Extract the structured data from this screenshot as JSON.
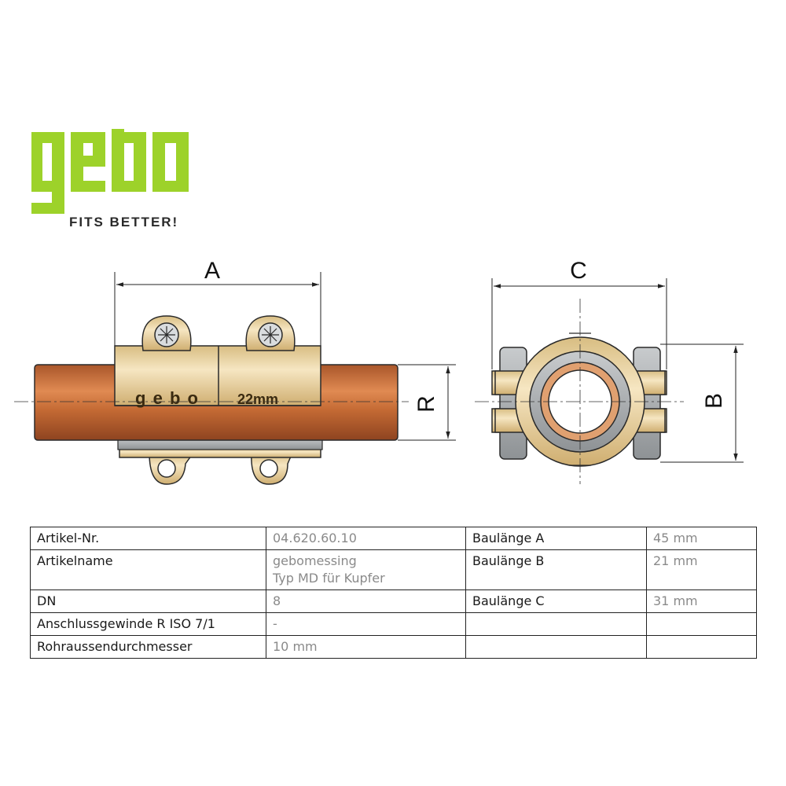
{
  "logo": {
    "word": "gebo",
    "tagline": "FITS BETTER!",
    "color": "#9dd22a"
  },
  "drawing": {
    "label_a": "A",
    "label_r": "R",
    "label_c": "C",
    "label_b": "B",
    "body_marking_1": "gebo",
    "body_marking_2": "22mm",
    "colors": {
      "copper": "#c8703a",
      "brass": "#e8d2a0",
      "steel": "#a8acae",
      "outline": "#2a2a2a"
    }
  },
  "table": {
    "rows": [
      {
        "l1": "Artikel-Nr.",
        "v1": [
          "04.620.60.10"
        ],
        "l2": "Baulänge A",
        "v2": "45 mm"
      },
      {
        "l1": "Artikelname",
        "v1": [
          "gebomessing",
          "Typ MD für Kupfer"
        ],
        "l2": "Baulänge B",
        "v2": "21 mm"
      },
      {
        "l1": "DN",
        "v1": [
          "8"
        ],
        "l2": "Baulänge C",
        "v2": "31 mm"
      },
      {
        "l1": "Anschlussgewinde R ISO 7/1",
        "v1": [
          "-"
        ],
        "l2": "",
        "v2": ""
      },
      {
        "l1": "Rohraussendurchmesser",
        "v1": [
          "10 mm"
        ],
        "l2": "",
        "v2": ""
      }
    ]
  }
}
